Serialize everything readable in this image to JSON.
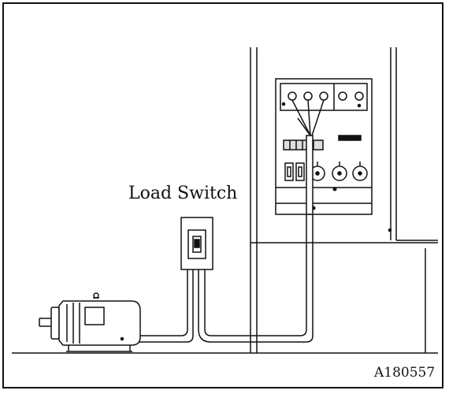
{
  "diagram": {
    "callout_label": "Load Switch",
    "figure_id": "A180557"
  },
  "components": {
    "motor": "electric-motor",
    "switch": "load-switch",
    "panel": "generator-control-panel",
    "conduit": "wiring-conduit"
  },
  "colors": {
    "line": "#111111",
    "fill": "#ffffff",
    "shade": "#cfcfcf"
  }
}
